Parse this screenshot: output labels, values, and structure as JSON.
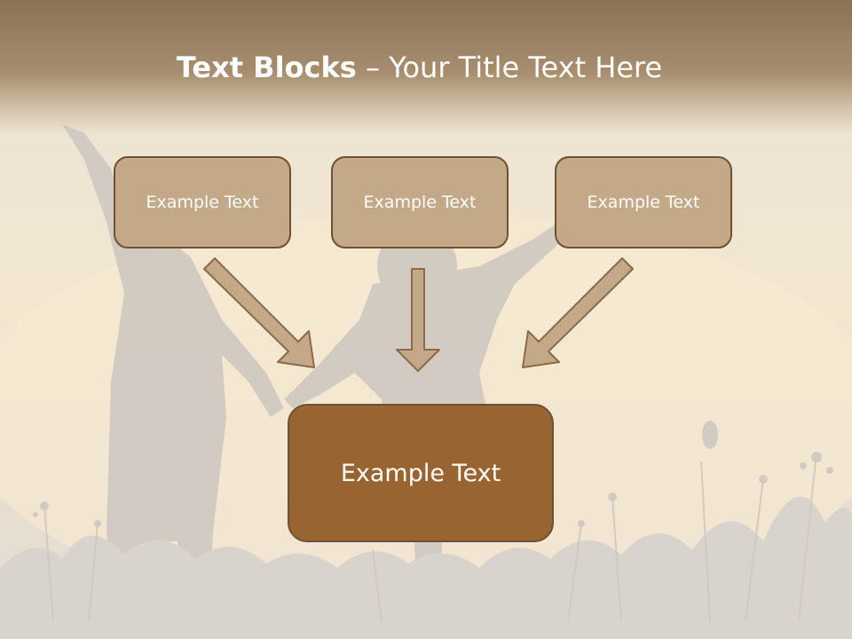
{
  "slide": {
    "title_bold": "Text Blocks",
    "title_dash": " – ",
    "title_rest": "Your Title Text Here",
    "boxes": [
      {
        "label": "Example Text"
      },
      {
        "label": "Example Text"
      },
      {
        "label": "Example Text"
      }
    ],
    "main_box": {
      "label": "Example Text"
    }
  },
  "colors": {
    "title_band": "#a88e6f",
    "small_box_fill": "#c4a989",
    "main_box_fill": "#986532",
    "box_border": "#6e5133",
    "arrow_fill": "#c4a989"
  }
}
